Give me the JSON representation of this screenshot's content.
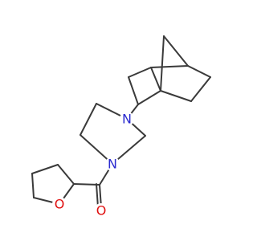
{
  "molecule": {
    "atoms": {
      "n_top": {
        "symbol": "N",
        "color": "#2b2bd0"
      },
      "n_bottom": {
        "symbol": "N",
        "color": "#2b2bd0"
      },
      "o_ring": {
        "symbol": "O",
        "color": "#e01010"
      },
      "o_carbonyl": {
        "symbol": "O",
        "color": "#e01010"
      }
    }
  }
}
